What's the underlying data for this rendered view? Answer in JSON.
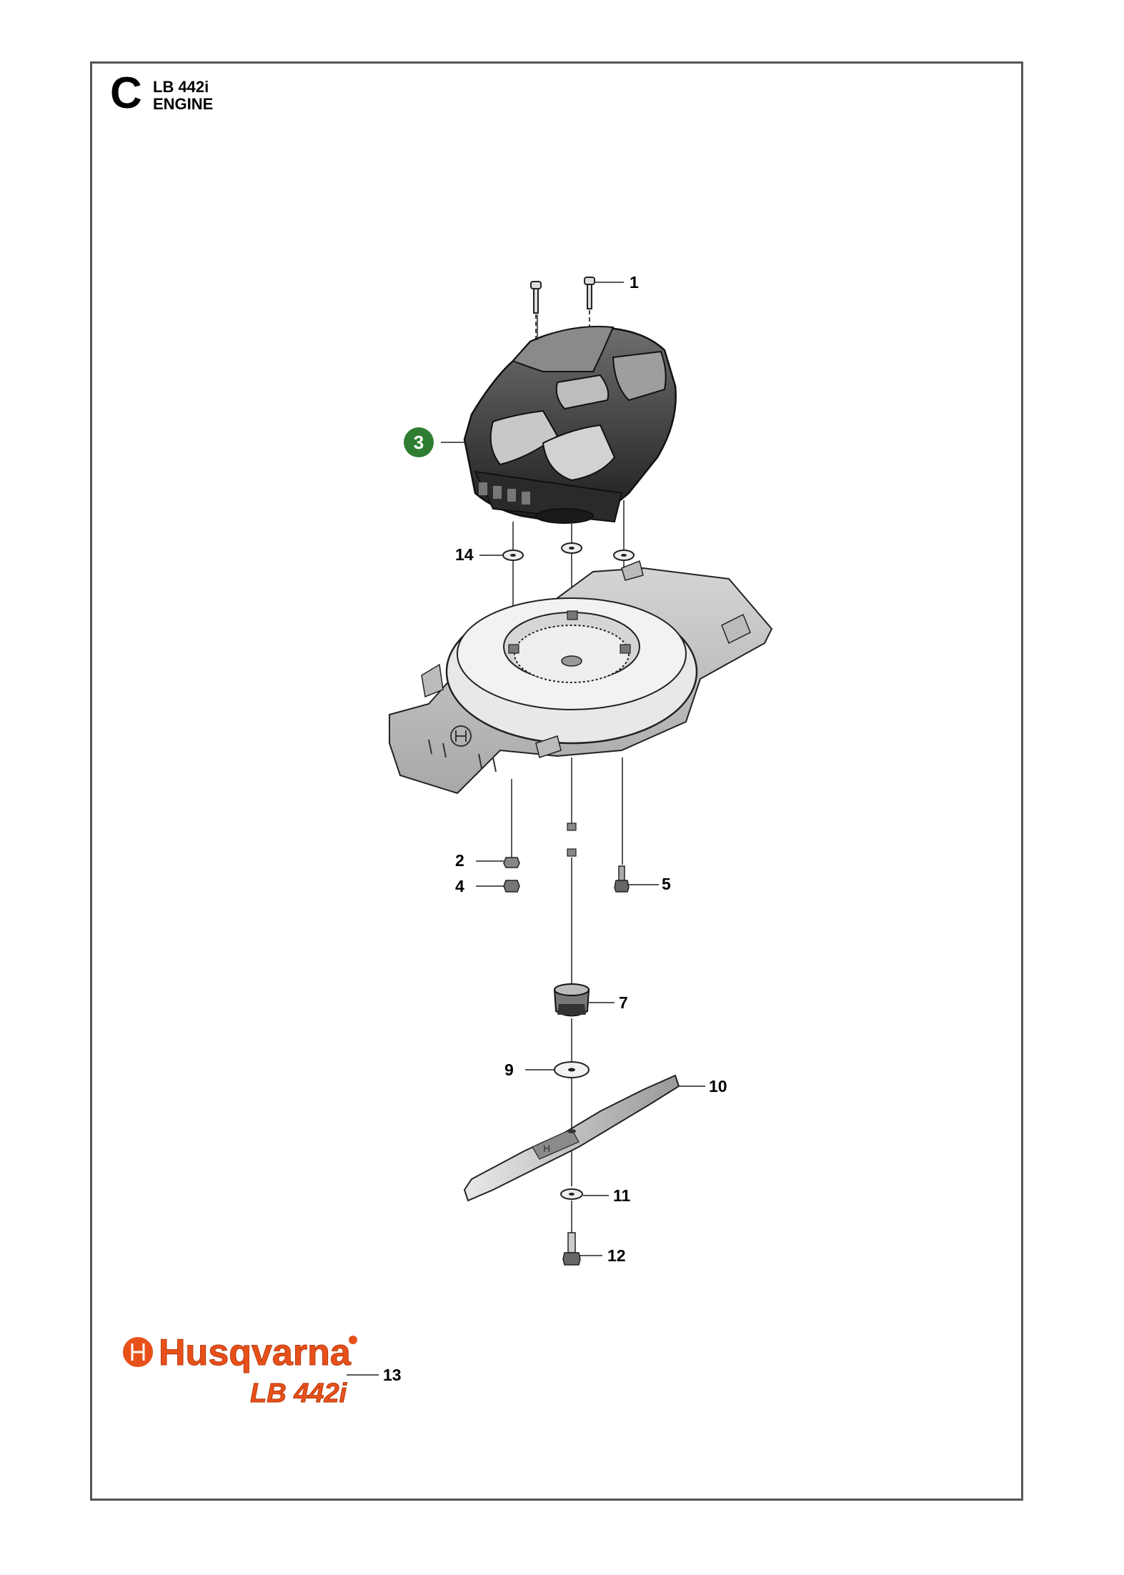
{
  "header": {
    "section_letter": "C",
    "model": "LB 442i",
    "group": "ENGINE"
  },
  "callouts": [
    {
      "id": "1",
      "label": "1",
      "highlighted": false
    },
    {
      "id": "2",
      "label": "2",
      "highlighted": false
    },
    {
      "id": "3",
      "label": "3",
      "highlighted": true
    },
    {
      "id": "4",
      "label": "4",
      "highlighted": false
    },
    {
      "id": "5",
      "label": "5",
      "highlighted": false
    },
    {
      "id": "7",
      "label": "7",
      "highlighted": false
    },
    {
      "id": "9",
      "label": "9",
      "highlighted": false
    },
    {
      "id": "10",
      "label": "10",
      "highlighted": false
    },
    {
      "id": "11",
      "label": "11",
      "highlighted": false
    },
    {
      "id": "12",
      "label": "12",
      "highlighted": false
    },
    {
      "id": "13",
      "label": "13",
      "highlighted": false
    },
    {
      "id": "14",
      "label": "14",
      "highlighted": false
    }
  ],
  "decal": {
    "brand": "Husqvarna",
    "model": "LB 442i"
  },
  "colors": {
    "highlight": "#2e7d32",
    "brand": "#e8501a",
    "frame": "#555555",
    "line": "#222222"
  },
  "icons": [
    "husqvarna-logo-icon",
    "crown-h-icon"
  ]
}
